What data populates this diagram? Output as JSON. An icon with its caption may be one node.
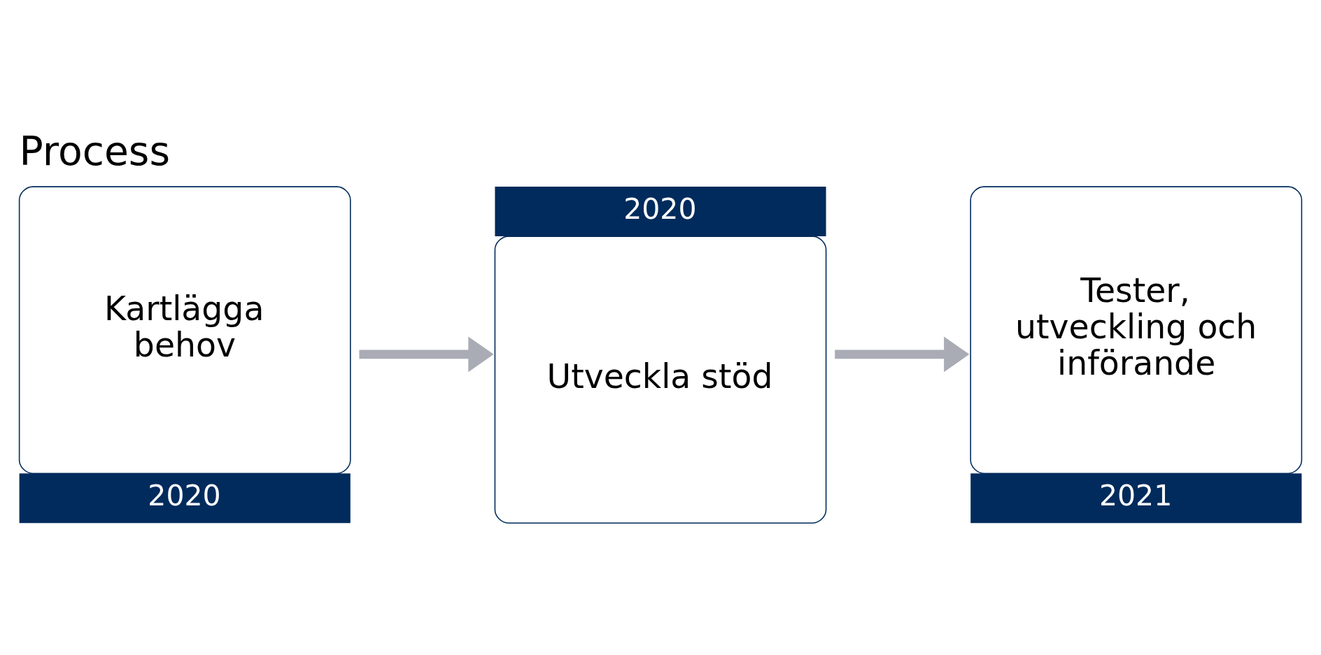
{
  "diagram": {
    "title": "Process",
    "nodes": [
      {
        "text": [
          "Kartlägga behov",
          "2020"
        ]
      },
      {
        "text": [
          "2020",
          "Utveckla stöd"
        ]
      },
      {
        "text": [
          "Tester, utveckling och införande",
          "2021"
        ]
      }
    ],
    "edges": [
      {
        "from": 0,
        "to": 1,
        "arrow": "to"
      },
      {
        "from": 1,
        "to": 2,
        "arrow": "to"
      }
    ]
  }
}
